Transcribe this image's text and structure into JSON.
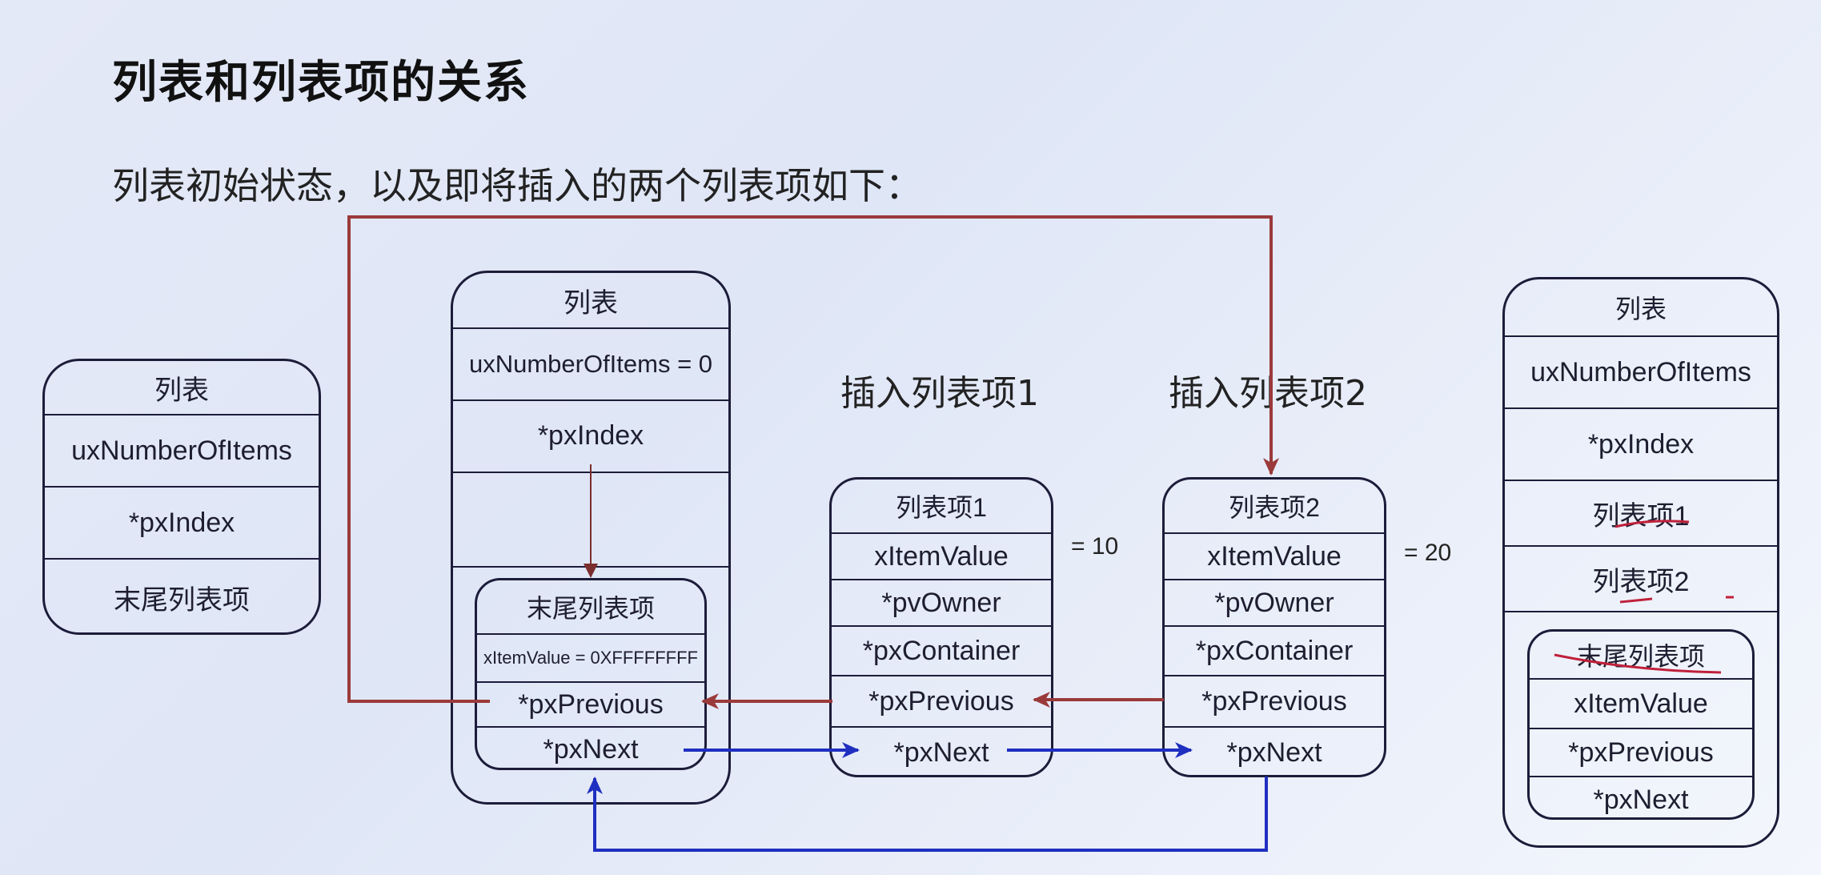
{
  "title": "列表和列表项的关系",
  "subtitle": "列表初始状态，以及即将插入的两个列表项如下：",
  "insert_labels": {
    "item1": "插入列表项1",
    "item2": "插入列表项2"
  },
  "left_list": {
    "header": "列表",
    "rows": [
      "uxNumberOfItems",
      "*pxIndex",
      "末尾列表项"
    ]
  },
  "init_list": {
    "header": "列表",
    "rows": [
      "uxNumberOfItems = 0",
      "*pxIndex",
      ""
    ],
    "end_item": {
      "header": "末尾列表项",
      "rows": [
        "xItemValue  = 0XFFFFFFFF",
        "*pxPrevious",
        "*pxNext"
      ]
    }
  },
  "item1": {
    "header": "列表项1",
    "rows": [
      "xItemValue",
      "*pvOwner",
      "*pxContainer",
      "*pxPrevious",
      "*pxNext"
    ],
    "value_note": "= 10"
  },
  "item2": {
    "header": "列表项2",
    "rows": [
      "xItemValue",
      "*pvOwner",
      "*pxContainer",
      "*pxPrevious",
      "*pxNext"
    ],
    "value_note": "= 20"
  },
  "right_list": {
    "header": "列表",
    "rows": [
      "uxNumberOfItems",
      "*pxIndex",
      "列表项1",
      "列表项2"
    ],
    "end_item": {
      "header": "末尾列表项",
      "rows": [
        "xItemValue",
        "*pxPrevious",
        "*pxNext"
      ]
    }
  },
  "colors": {
    "red_arrow": "#9b3a3a",
    "blue_arrow": "#1f2fc0",
    "border": "#1c1c3a"
  }
}
